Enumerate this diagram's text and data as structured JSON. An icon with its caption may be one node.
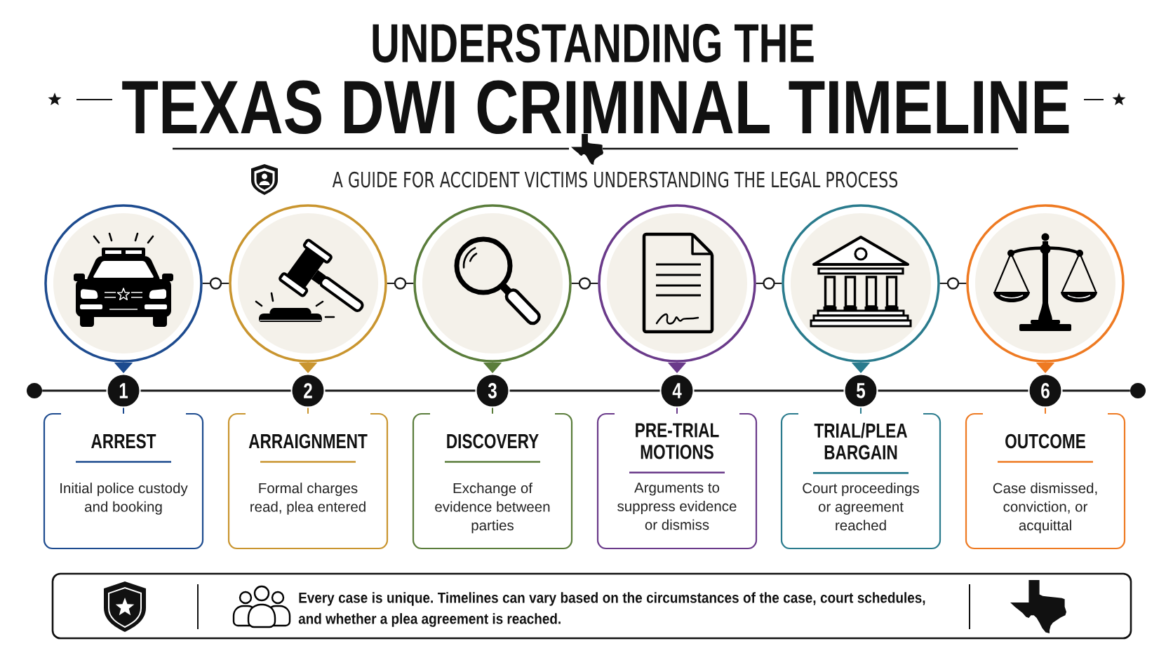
{
  "diagram": {
    "title": "TEXAS DWI CRIMINAL TIMELINE",
    "nodes": [
      {
        "text": [],
        "shape": "circle"
      },
      {
        "text": [],
        "shape": "circle"
      },
      {
        "text": [],
        "shape": "circle"
      },
      {
        "text": [],
        "shape": "circle"
      },
      {
        "text": [],
        "shape": "circle"
      },
      {
        "text": [],
        "shape": "circle"
      },
      {
        "text": [],
        "shape": "circle"
      },
      {
        "text": [
          "1"
        ]
      },
      {
        "text": [
          "2"
        ]
      },
      {
        "text": [
          "3"
        ]
      },
      {
        "text": [
          "4"
        ]
      },
      {
        "text": [
          "5"
        ]
      },
      {
        "text": [
          "6"
        ]
      },
      {
        "text": [],
        "shape": "circle"
      },
      {
        "text": [
          "ARREST",
          "Initial police custody and booking"
        ]
      },
      {
        "text": [
          "ARRAIGNMENT",
          "Formal charges read, plea entered"
        ]
      },
      {
        "text": [
          "DISCOVERY",
          "Exchange of evidence between parties"
        ]
      },
      {
        "text": [
          "PRE-TRIAL MOTIONS",
          "Arguments to suppress evidence or dismiss"
        ]
      },
      {
        "text": [
          "TRIAL/PLEA BARGAIN",
          "Court proceedings or agreement reached"
        ]
      },
      {
        "text": [
          "OUTCOME",
          "Case dismissed, conviction, or acquittal"
        ]
      },
      {
        "text": [
          "Every case is unique. Timelines can vary based on the circumstances of the case, court schedules, and whether a plea agreement is reached."
        ]
      }
    ],
    "edges": [
      {
        "from": 0,
        "to": 1,
        "arrow": "none"
      },
      {
        "from": 1,
        "to": 2,
        "arrow": "none"
      },
      {
        "from": 2,
        "to": 3,
        "arrow": "none"
      },
      {
        "from": 3,
        "to": 4,
        "arrow": "none"
      },
      {
        "from": 4,
        "to": 5,
        "arrow": "none"
      },
      {
        "from": 0,
        "to": 7,
        "arrow": "to",
        "color": "#1d4b8f"
      },
      {
        "from": 1,
        "to": 8,
        "arrow": "to",
        "color": "#c9952f"
      },
      {
        "from": 2,
        "to": 9,
        "arrow": "to",
        "color": "#5a7d3b"
      },
      {
        "from": 3,
        "to": 10,
        "arrow": "to",
        "color": "#6a3a8a"
      },
      {
        "from": 4,
        "to": 11,
        "arrow": "to",
        "color": "#2a7b8d"
      },
      {
        "from": 5,
        "to": 12,
        "arrow": "to",
        "color": "#ee7a22"
      },
      {
        "from": 6,
        "to": 7,
        "arrow": "none"
      },
      {
        "from": 7,
        "to": 8,
        "arrow": "none"
      },
      {
        "from": 8,
        "to": 9,
        "arrow": "none"
      },
      {
        "from": 9,
        "to": 10,
        "arrow": "none"
      },
      {
        "from": 10,
        "to": 11,
        "arrow": "none"
      },
      {
        "from": 11,
        "to": 12,
        "arrow": "none"
      },
      {
        "from": 12,
        "to": 13,
        "arrow": "none"
      },
      {
        "from": 7,
        "to": 14,
        "arrow": "none",
        "color": "#1d4b8f"
      },
      {
        "from": 8,
        "to": 15,
        "arrow": "none",
        "color": "#c9952f"
      },
      {
        "from": 9,
        "to": 16,
        "arrow": "none",
        "color": "#5a7d3b"
      },
      {
        "from": 10,
        "to": 17,
        "arrow": "none",
        "color": "#6a3a8a"
      },
      {
        "from": 11,
        "to": 18,
        "arrow": "none",
        "color": "#2a7b8d"
      },
      {
        "from": 12,
        "to": 19,
        "arrow": "none",
        "color": "#ee7a22"
      }
    ],
    "labels": [
      "UNDERSTANDING THE",
      "A GUIDE FOR ACCIDENT VICTIMS UNDERSTANDING THE LEGAL PROCESS"
    ]
  }
}
